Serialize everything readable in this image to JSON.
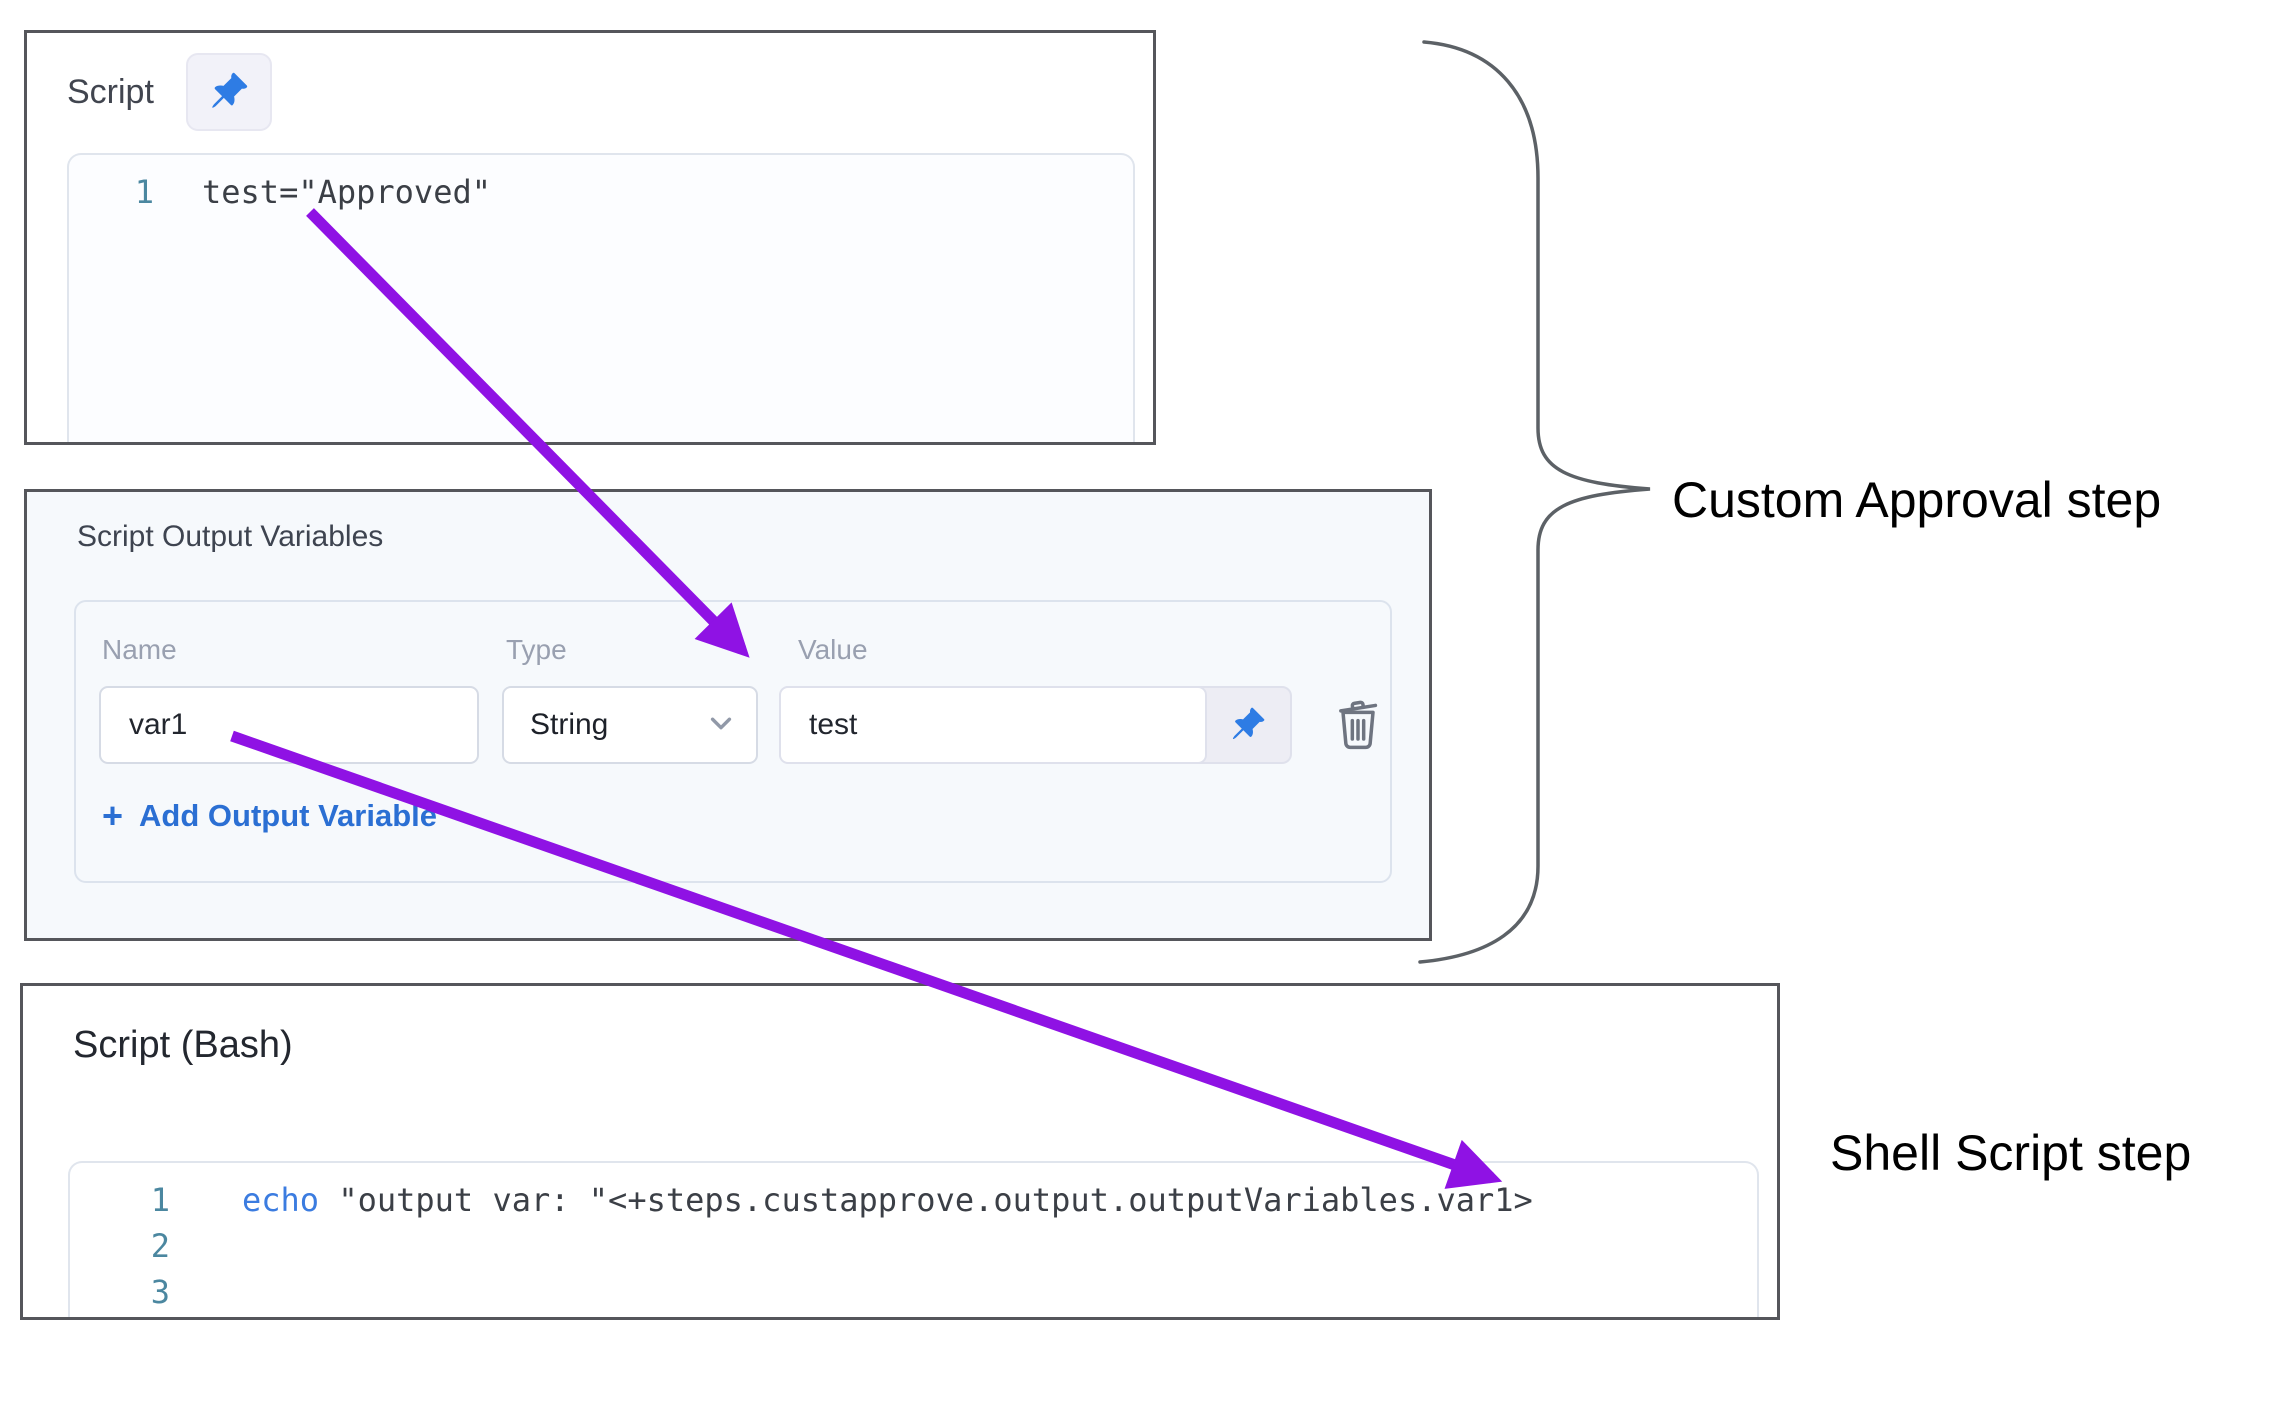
{
  "annotations": {
    "custom_approval": "Custom Approval step",
    "shell_script": "Shell Script step"
  },
  "script_panel": {
    "title": "Script",
    "pin_icon": "pushpin-icon",
    "code": {
      "lines": [
        {
          "number": "1",
          "content": "test=\"Approved\""
        }
      ]
    }
  },
  "output_variables_panel": {
    "title": "Script Output Variables",
    "columns": {
      "name": "Name",
      "type": "Type",
      "value": "Value"
    },
    "row": {
      "name": "var1",
      "type": "String",
      "value": "test"
    },
    "icons": {
      "type_chevron": "chevron-down-icon",
      "value_pin": "pushpin-icon",
      "delete": "trash-icon"
    },
    "add_button": {
      "plus": "+",
      "label": "Add Output Variable"
    }
  },
  "bash_panel": {
    "title": "Script (Bash)",
    "code": {
      "lines": [
        {
          "number": "1",
          "keyword": "echo",
          "content": " \"output var: \"<+steps.custapprove.output.outputVariables.var1>"
        },
        {
          "number": "2",
          "keyword": "",
          "content": ""
        },
        {
          "number": "3",
          "keyword": "",
          "content": ""
        }
      ]
    }
  },
  "colors": {
    "arrow_purple": "#8f12e4",
    "panel_border": "#55565b",
    "brace_gray": "#5c6166",
    "pin_blue": "#2e7ce4",
    "link_blue": "#2b6fd3",
    "keyword_blue": "#3b7ce0",
    "line_number_teal": "#4b87a0",
    "code_text": "#3b3f46",
    "panel2_background": "#f6f9fc"
  }
}
